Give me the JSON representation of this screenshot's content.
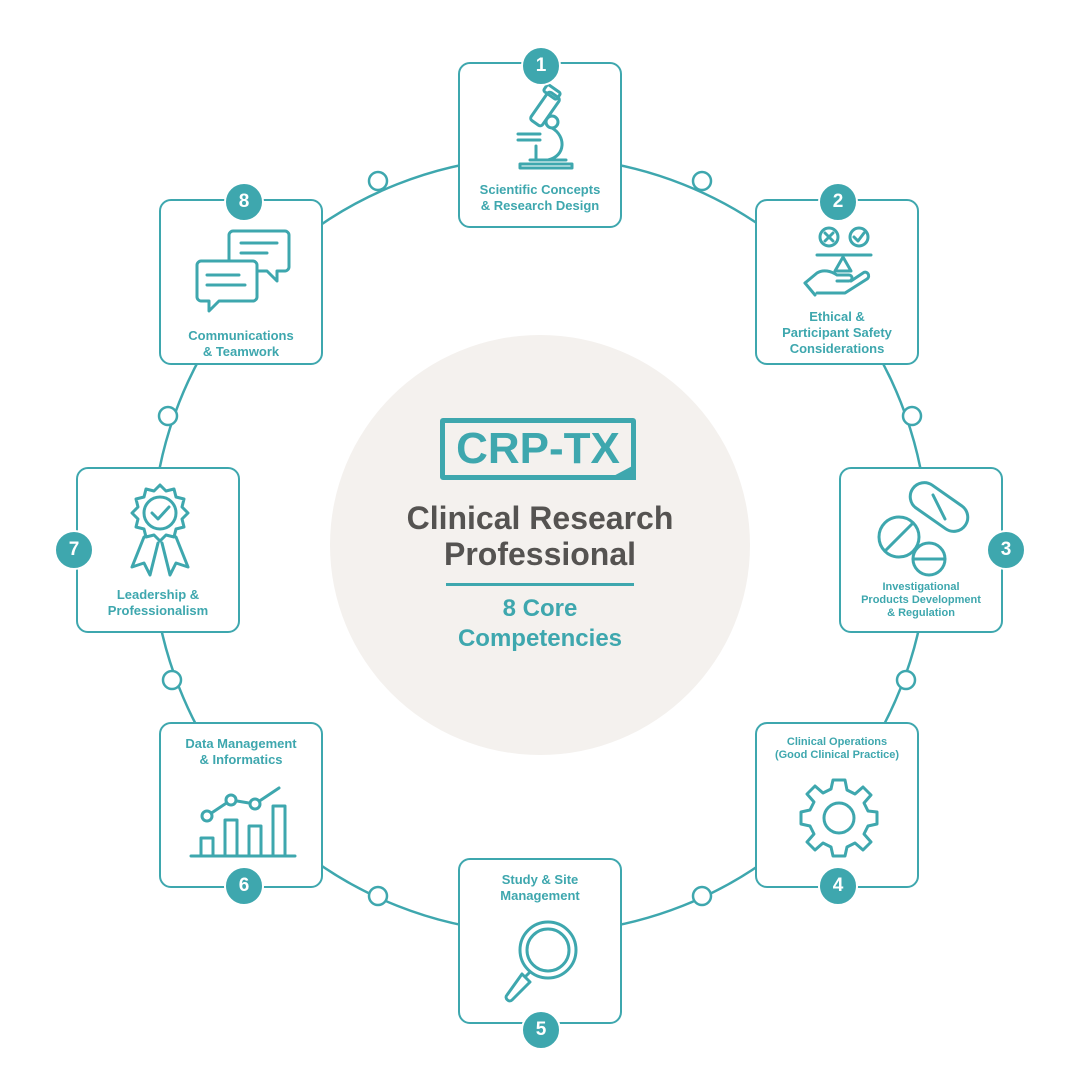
{
  "colors": {
    "accent": "#3ea7ae",
    "dark": "#555351",
    "disc": "#f4f1ee"
  },
  "logo": {
    "text": "CRP-TX"
  },
  "center": {
    "title_line1": "Clinical Research",
    "title_line2": "Professional",
    "subtitle_line1": "8 Core",
    "subtitle_line2": "Competencies"
  },
  "competencies": [
    {
      "number": "1",
      "label_lines": [
        "Scientific Concepts",
        "& Research Design"
      ],
      "icon": "microscope-icon"
    },
    {
      "number": "2",
      "label_lines": [
        "Ethical &",
        "Participant Safety",
        "Considerations"
      ],
      "icon": "ethics-hand-icon"
    },
    {
      "number": "3",
      "label_lines": [
        "Investigational",
        "Products Development",
        "& Regulation"
      ],
      "icon": "pills-icon"
    },
    {
      "number": "4",
      "label_lines": [
        "Clinical Operations",
        "(Good Clinical Practice)"
      ],
      "icon": "gear-icon"
    },
    {
      "number": "5",
      "label_lines": [
        "Study & Site",
        "Management"
      ],
      "icon": "magnifier-icon"
    },
    {
      "number": "6",
      "label_lines": [
        "Data Management",
        "& Informatics"
      ],
      "icon": "chart-icon"
    },
    {
      "number": "7",
      "label_lines": [
        "Leadership &",
        "Professionalism"
      ],
      "icon": "award-ribbon-icon"
    },
    {
      "number": "8",
      "label_lines": [
        "Communications",
        "& Teamwork"
      ],
      "icon": "chat-bubbles-icon"
    }
  ]
}
